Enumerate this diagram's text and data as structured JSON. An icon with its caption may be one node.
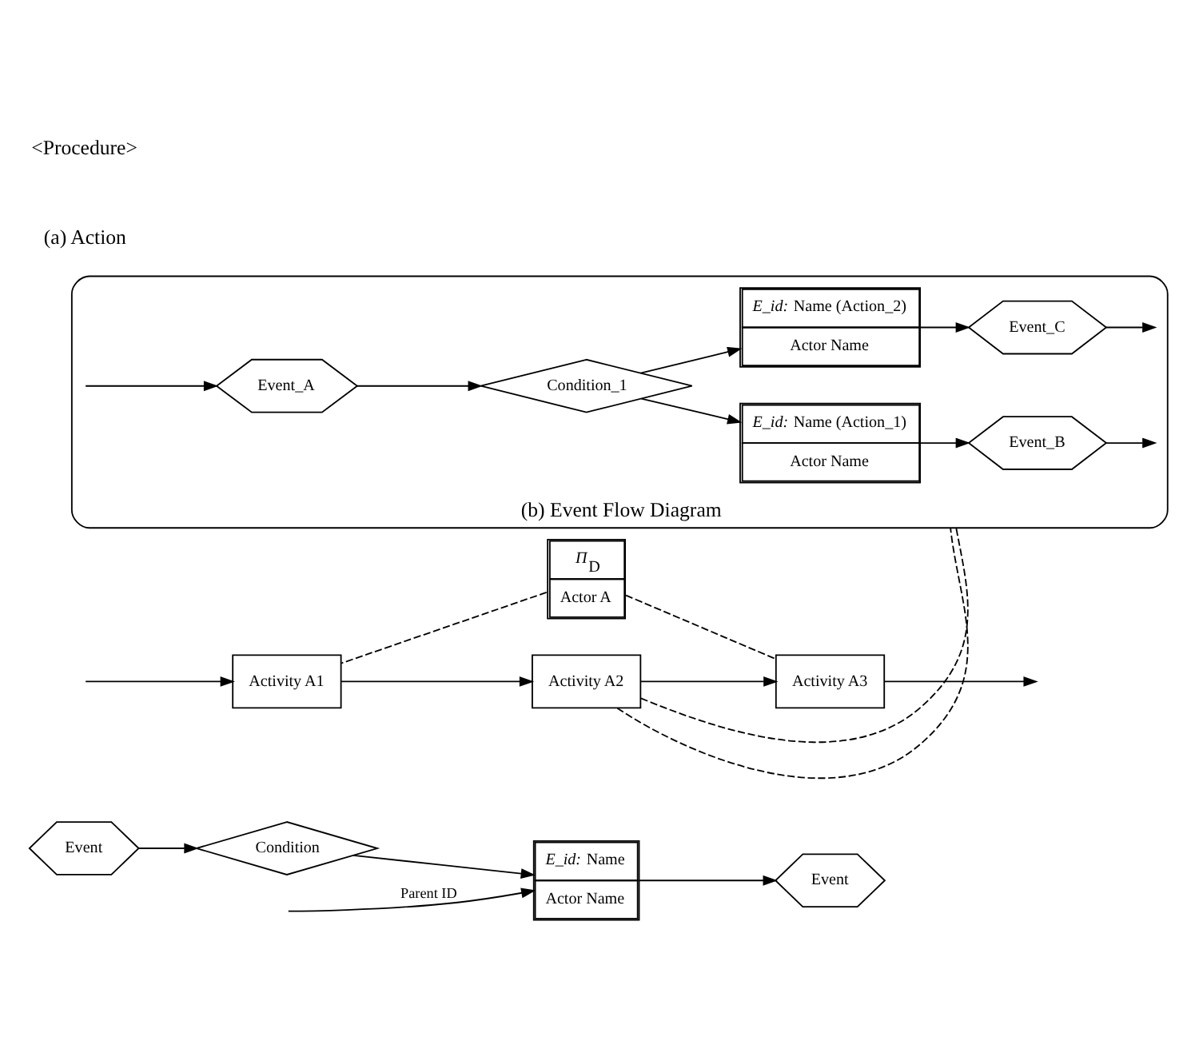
{
  "diagram": {
    "nodes": [
      {
        "text": [
          "Event"
        ]
      },
      {
        "text": [
          "Condition"
        ]
      },
      {
        "text": [
          "*E_id:* Name",
          "Actor Name"
        ]
      },
      {
        "text": [
          "Event"
        ]
      },
      {
        "text": [
          "*Π*$_{D}$",
          "Actor A"
        ]
      },
      {
        "text": [
          "Activity A1"
        ]
      },
      {
        "text": [
          "Activity A2"
        ]
      },
      {
        "text": [
          "Activity A3"
        ]
      },
      {
        "text": [
          "(b) Event Flow Diagram"
        ]
      },
      {
        "text": [
          "Event_A"
        ],
        "in": 8
      },
      {
        "text": [
          "Condition_1"
        ],
        "in": 8
      },
      {
        "text": [
          "*E_id:* Name (Action_1)",
          "Actor Name"
        ],
        "in": 8
      },
      {
        "text": [
          "Event_B"
        ],
        "in": 8
      },
      {
        "text": [
          "*E_id:* Name (Action_2)",
          "Actor Name"
        ],
        "in": 8
      },
      {
        "text": [
          "Event_C"
        ],
        "in": 8
      }
    ],
    "edges": [
      {
        "from": null,
        "to": 2,
        "arrow": "to",
        "label": "Parent ID"
      },
      {
        "from": 0,
        "to": 1,
        "arrow": "to"
      },
      {
        "from": 1,
        "to": 2,
        "arrow": "to"
      },
      {
        "from": 2,
        "to": 3,
        "arrow": "to"
      },
      {
        "from": 4,
        "to": 5,
        "arrow": "none",
        "style": "dashed"
      },
      {
        "from": 4,
        "to": 7,
        "arrow": "none",
        "style": "dashed"
      },
      {
        "from": null,
        "to": 5,
        "arrow": "to"
      },
      {
        "from": 5,
        "to": 6,
        "arrow": "to"
      },
      {
        "from": 6,
        "to": 7,
        "arrow": "to"
      },
      {
        "from": 7,
        "to": null,
        "arrow": "to"
      },
      {
        "from": 6,
        "to": 8,
        "arrow": "none",
        "style": "dashed"
      },
      {
        "from": 6,
        "to": 8,
        "arrow": "none",
        "style": "dashed"
      },
      {
        "from": null,
        "to": 9,
        "arrow": "to"
      },
      {
        "from": 9,
        "to": 10,
        "arrow": "to"
      },
      {
        "from": 10,
        "to": 11,
        "arrow": "to"
      },
      {
        "from": 10,
        "to": 13,
        "arrow": "to"
      },
      {
        "from": 11,
        "to": 12,
        "arrow": "to"
      },
      {
        "from": 13,
        "to": 14,
        "arrow": "to"
      },
      {
        "from": 12,
        "to": null,
        "arrow": "to"
      },
      {
        "from": 14,
        "to": null,
        "arrow": "to"
      }
    ],
    "labels": [
      "(a) Action",
      "<Procedure>"
    ]
  }
}
